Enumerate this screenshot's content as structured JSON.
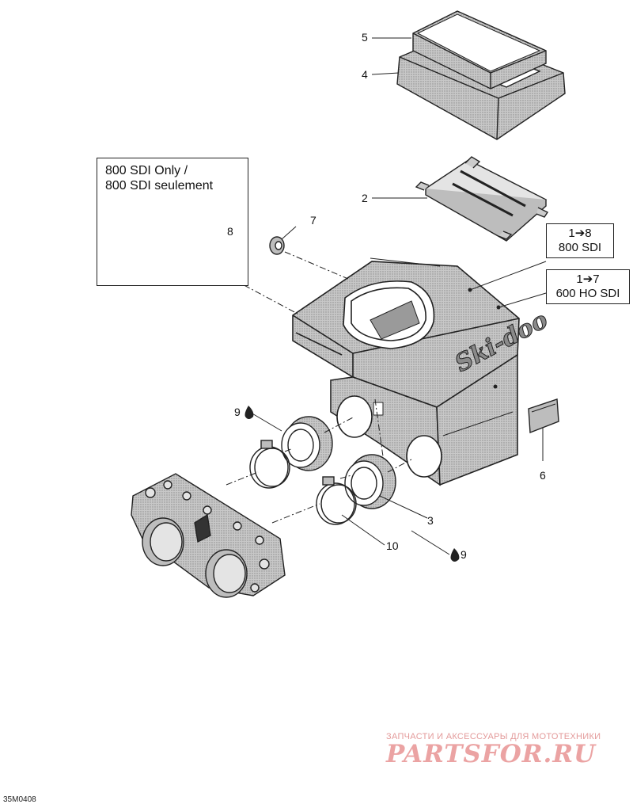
{
  "callouts": [
    {
      "id": "5",
      "label": "5"
    },
    {
      "id": "4",
      "label": "4"
    },
    {
      "id": "2",
      "label": "2"
    },
    {
      "id": "7",
      "label": "7"
    },
    {
      "id": "8",
      "label": "8"
    },
    {
      "id": "9a",
      "label": "9"
    },
    {
      "id": "6",
      "label": "6"
    },
    {
      "id": "3",
      "label": "3"
    },
    {
      "id": "10",
      "label": "10"
    },
    {
      "id": "9b",
      "label": "9"
    }
  ],
  "note_box": {
    "line1": "800 SDI Only /",
    "line2": "800 SDI seulement"
  },
  "info_box_1": {
    "line1": "1➔8",
    "line2": "800 SDI"
  },
  "info_box_2": {
    "line1": "1➔7",
    "line2": "600 HO SDI"
  },
  "housing_logo": "Ski-doo",
  "watermark": {
    "tagline": "ЗАПЧАСТИ И АКСЕССУАРЫ ДЛЯ МОТОТЕХНИКИ",
    "brand": "PARTSFOR.RU"
  },
  "figure_code": "35M0408",
  "colors": {
    "line": "#222222",
    "shade": "#9a9a9a",
    "watermark": "#eba3a3"
  },
  "icons": [
    "drop-icon",
    "arrow-icon"
  ]
}
